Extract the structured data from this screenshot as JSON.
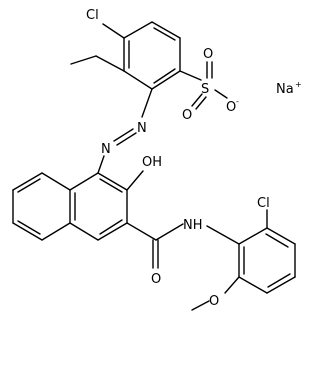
{
  "molecule": {
    "atoms": {
      "cl_top": "Cl",
      "s": "S",
      "o_s_top": "O",
      "o_s_left": "O",
      "o_s_minus": "O",
      "o_minus_charge": "-",
      "na": "Na",
      "na_charge": "+",
      "n_azo_1": "N",
      "n_azo_2": "N",
      "oh": "OH",
      "nh": "NH",
      "o_amide": "O",
      "cl_bottom": "Cl",
      "o_methoxy": "O"
    }
  }
}
